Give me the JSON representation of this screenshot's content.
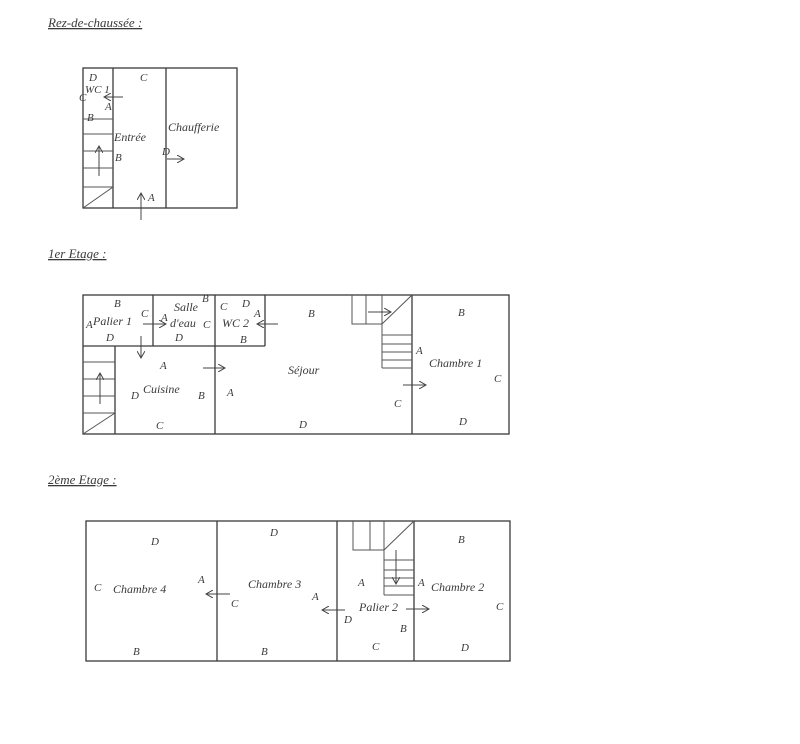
{
  "floors": {
    "ground": {
      "title": "Rez-de-chaussée :",
      "rooms": {
        "wc1": "WC 1",
        "entree": "Entrée",
        "chaufferie": "Chaufferie"
      },
      "wall_labels": {
        "wc1_D": "D",
        "wc1_C": "C",
        "wc1_A": "A",
        "wc1_B": "B",
        "entree_C": "C",
        "entree_B": "B",
        "entree_A": "A",
        "chaufferie_D": "D"
      }
    },
    "first": {
      "title": "1er Etage :",
      "rooms": {
        "palier1": "Palier 1",
        "salle_deau_1": "Salle",
        "salle_deau_2": "d'eau",
        "wc2": "WC 2",
        "cuisine": "Cuisine",
        "sejour": "Séjour",
        "chambre1": "Chambre 1"
      },
      "wall_labels": {
        "palier1_B": "B",
        "palier1_A": "A",
        "palier1_C": "C",
        "palier1_D": "D",
        "salle_A": "A",
        "salle_B": "B",
        "salle_C": "C",
        "salle_D": "D",
        "wc2_C": "C",
        "wc2_D": "D",
        "wc2_A": "A",
        "wc2_B": "B",
        "cuisine_A": "A",
        "cuisine_D": "D",
        "cuisine_B": "B",
        "cuisine_C": "C",
        "sejour_B": "B",
        "sejour_A": "A",
        "sejour_C": "C",
        "sejour_D": "D",
        "chambre1_B": "B",
        "chambre1_A": "A",
        "chambre1_C": "C",
        "chambre1_D": "D"
      }
    },
    "second": {
      "title": "2ème Etage :",
      "rooms": {
        "chambre4": "Chambre 4",
        "chambre3": "Chambre 3",
        "palier2": "Palier 2",
        "chambre2": "Chambre 2"
      },
      "wall_labels": {
        "chambre4_D": "D",
        "chambre4_C": "C",
        "chambre4_A": "A",
        "chambre4_B": "B",
        "chambre3_D": "D",
        "chambre3_C": "C",
        "chambre3_A": "A",
        "chambre3_B": "B",
        "palier2_A": "A",
        "palier2_D": "D",
        "palier2_B": "B",
        "palier2_C": "C",
        "chambre2_B": "B",
        "chambre2_A": "A",
        "chambre2_C": "C",
        "chambre2_D": "D"
      }
    }
  }
}
